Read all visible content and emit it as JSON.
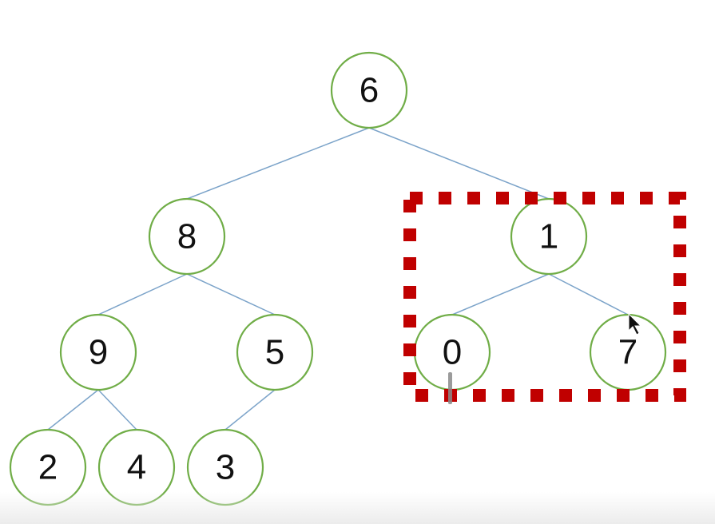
{
  "diagram": {
    "type": "binary-tree",
    "nodes": [
      {
        "id": "n6",
        "label": "6",
        "parent": null
      },
      {
        "id": "n8",
        "label": "8",
        "parent": "n6"
      },
      {
        "id": "n1",
        "label": "1",
        "parent": "n6"
      },
      {
        "id": "n9",
        "label": "9",
        "parent": "n8"
      },
      {
        "id": "n5",
        "label": "5",
        "parent": "n8"
      },
      {
        "id": "n0",
        "label": "0",
        "parent": "n1"
      },
      {
        "id": "n7",
        "label": "7",
        "parent": "n1"
      },
      {
        "id": "n2",
        "label": "2",
        "parent": "n9"
      },
      {
        "id": "n4",
        "label": "4",
        "parent": "n9"
      },
      {
        "id": "n3",
        "label": "3",
        "parent": "n5"
      }
    ],
    "highlight": {
      "subtree_root": "n1",
      "style": "dotted-box"
    },
    "colors": {
      "node_stroke": "#70ad47",
      "edge": "#7ba3c9",
      "highlight": "#c00000",
      "text": "#111111"
    }
  }
}
